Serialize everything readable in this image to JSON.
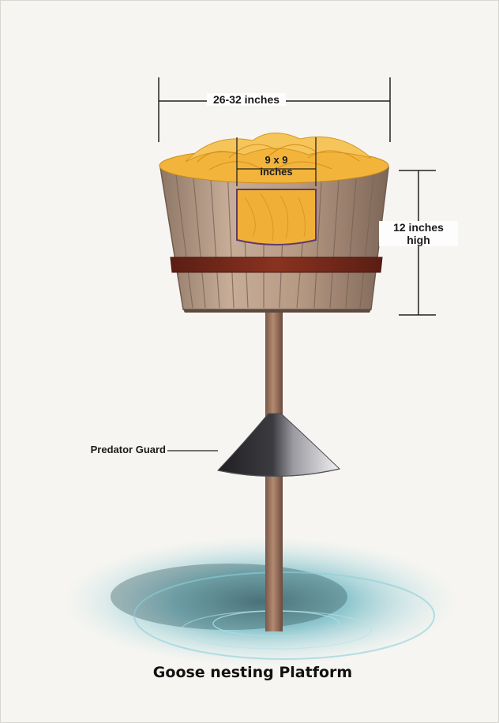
{
  "diagram": {
    "title": "Goose nesting Platform",
    "labels": {
      "width": "26-32 inches",
      "opening_line1": "9 x 9",
      "opening_line2": "inches",
      "height_line1": "12 inches",
      "height_line2": "high",
      "predator_guard": "Predator Guard"
    }
  },
  "colors": {
    "paper": "#f6f5f1",
    "wood": "#b79a84",
    "wood_dark": "#6e5a4e",
    "hay": "#f2b43a",
    "band": "#7a2a1c",
    "pole": "#a67b64",
    "guard_dark": "#2f2f33",
    "guard_light": "#e8e8ea",
    "water": "#6fb9c4",
    "dimension_line": "#222222"
  }
}
